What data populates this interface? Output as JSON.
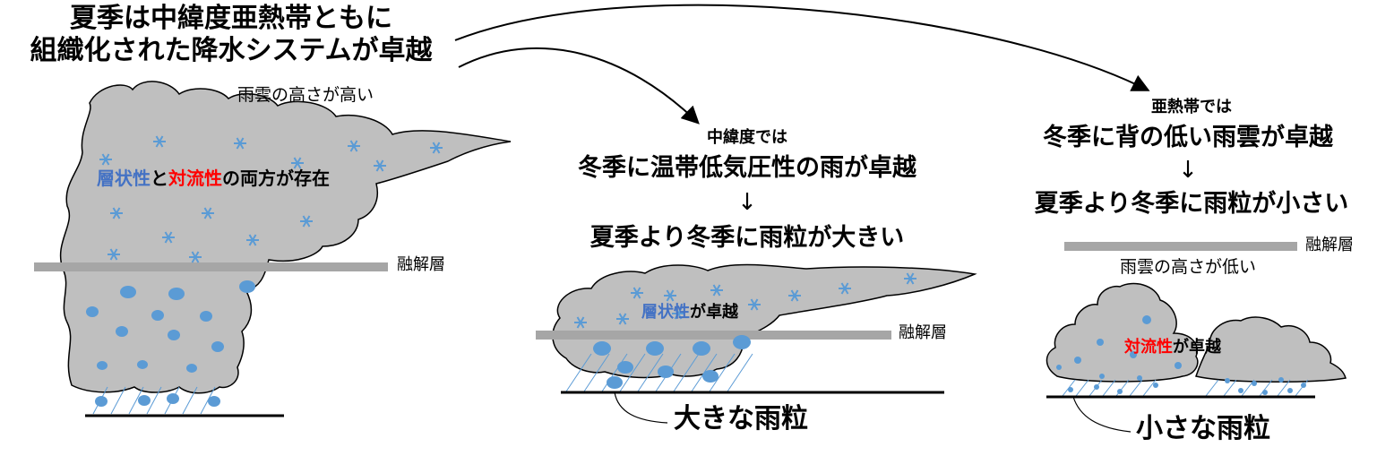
{
  "headline": {
    "line1": "夏季は中緯度亜熱帯ともに",
    "line2": "組織化された降水システムが卓越"
  },
  "left_panel": {
    "cloud_height": "雨雲の高さが高い",
    "stratiform": "層状性",
    "conj": "と",
    "convective": "対流性",
    "suffix": "の両方が存在",
    "melting_layer": "融解層"
  },
  "middle_panel": {
    "region": "中緯度では",
    "statement": "冬季に温帯低気圧性の雨が卓越",
    "arrow": "↓",
    "result": "夏季より冬季に雨粒が大きい",
    "stratiform": "層状性",
    "dominant": "が卓越",
    "melting_layer": "融解層",
    "drop_label": "大きな雨粒"
  },
  "right_panel": {
    "region": "亜熱帯では",
    "statement": "冬季に背の低い雨雲が卓越",
    "arrow": "↓",
    "result": "夏季より冬季に雨粒が小さい",
    "melting_layer": "融解層",
    "cloud_height": "雨雲の高さが低い",
    "convective": "対流性",
    "dominant": "が卓越",
    "drop_label": "小さな雨粒"
  },
  "colors": {
    "cloud_fill": "#bfbfbf",
    "melting_layer": "#a6a6a6",
    "drops": "#5b9bd5",
    "stratiform_text": "#4472c4",
    "convective_text": "#ff0000"
  }
}
